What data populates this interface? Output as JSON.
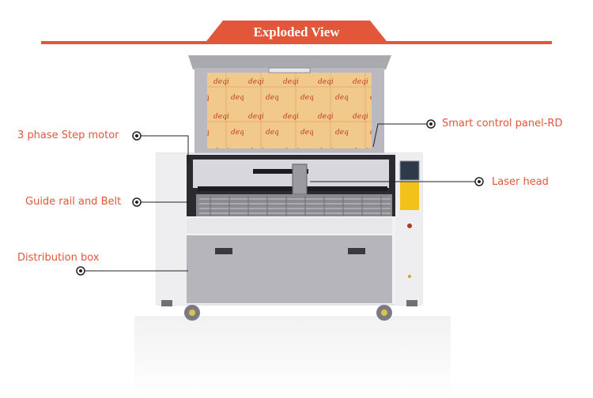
{
  "header": {
    "title": "Exploded View"
  },
  "callouts": {
    "step_motor": "3 phase Step motor",
    "guide_rail": "Guide rail and Belt",
    "distribution_box": "Distribution box",
    "control_panel": "Smart control panel-RD",
    "laser_head": "Laser head"
  },
  "machine": {
    "film_brand": "deqi"
  },
  "colors": {
    "accent": "#e2573a",
    "lid_gray": "#b9b9bf",
    "panel_yellow": "#f2c21a",
    "body_white": "#f2f2f4"
  }
}
